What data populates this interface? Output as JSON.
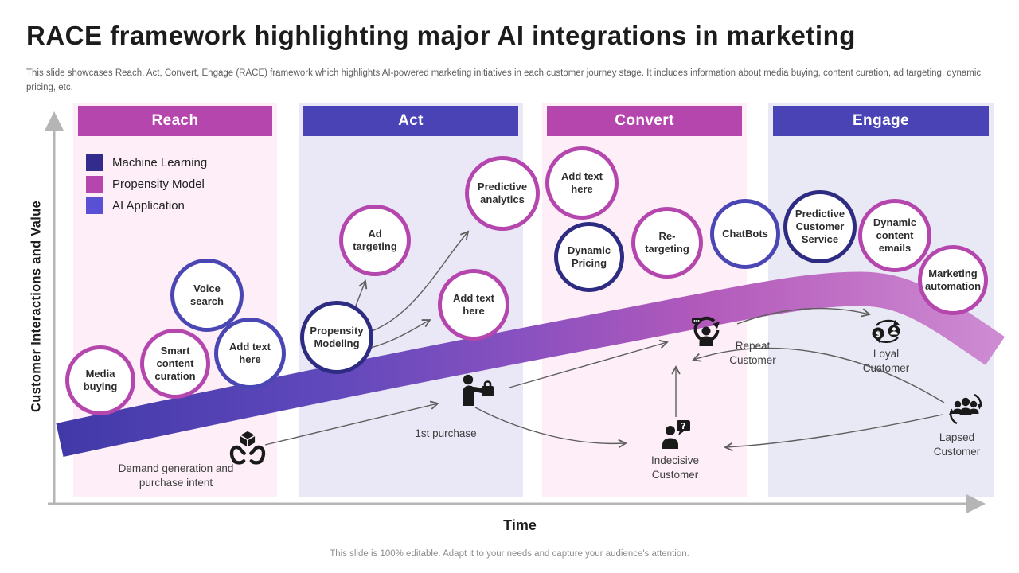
{
  "slide": {
    "title": "RACE framework highlighting major AI integrations in marketing",
    "subtitle": "This slide showcases Reach, Act,  Convert,  Engage (RACE) framework which highlights AI-powered marketing initiatives in each customer journey stage. It includes information about media buying, content curation, ad targeting, dynamic pricing, etc.",
    "footer": "This slide is 100% editable. Adapt it to your needs and capture your audience's attention."
  },
  "axes": {
    "y_label": "Customer Interactions and Value",
    "x_label": "Time"
  },
  "legend": {
    "items": [
      {
        "label": "Machine Learning",
        "color": "#332c8c"
      },
      {
        "label": "Propensity Model",
        "color": "#b446ad"
      },
      {
        "label": "AI Application",
        "color": "#5a50d5"
      }
    ]
  },
  "columns": [
    {
      "label": "Reach",
      "header_color": "#b446ad",
      "bg": "#fdeef7"
    },
    {
      "label": "Act",
      "header_color": "#4a43b5",
      "bg": "#eae8f6"
    },
    {
      "label": "Convert",
      "header_color": "#b446ad",
      "bg": "#fdeef7"
    },
    {
      "label": "Engage",
      "header_color": "#4a43b5",
      "bg": "#e9e8f5"
    }
  ],
  "bubbles": [
    {
      "label": "Media buying",
      "category": "Propensity Model",
      "stage": "Reach"
    },
    {
      "label": "Smart content curation",
      "category": "Propensity Model",
      "stage": "Reach"
    },
    {
      "label": "Voice search",
      "category": "AI Application",
      "stage": "Reach"
    },
    {
      "label": "Add text here",
      "category": "AI Application",
      "stage": "Reach"
    },
    {
      "label": "Propensity Modeling",
      "category": "Machine Learning",
      "stage": "Act"
    },
    {
      "label": "Ad targeting",
      "category": "Propensity Model",
      "stage": "Act"
    },
    {
      "label": "Add text here",
      "category": "Propensity Model",
      "stage": "Act"
    },
    {
      "label": "Predictive analytics",
      "category": "Propensity Model",
      "stage": "Act"
    },
    {
      "label": "Add text here",
      "category": "Propensity Model",
      "stage": "Convert"
    },
    {
      "label": "Dynamic Pricing",
      "category": "Machine Learning",
      "stage": "Convert"
    },
    {
      "label": "Re-targeting",
      "category": "Propensity Model",
      "stage": "Convert"
    },
    {
      "label": "ChatBots",
      "category": "AI Application",
      "stage": "Convert"
    },
    {
      "label": "Predictive Customer Service",
      "category": "Machine Learning",
      "stage": "Engage"
    },
    {
      "label": "Dynamic content emails",
      "category": "Propensity Model",
      "stage": "Engage"
    },
    {
      "label": "Marketing automation",
      "category": "Propensity Model",
      "stage": "Engage"
    }
  ],
  "journey": [
    {
      "label": "Demand generation and purchase intent",
      "icon": "demand-generation-icon"
    },
    {
      "label": "1st purchase",
      "icon": "first-purchase-icon"
    },
    {
      "label": "Repeat Customer",
      "icon": "repeat-customer-icon"
    },
    {
      "label": "Indecisive Customer",
      "icon": "indecisive-customer-icon"
    },
    {
      "label": "Loyal Customer",
      "icon": "loyal-customer-icon"
    },
    {
      "label": "Lapsed Customer",
      "icon": "lapsed-customer-icon"
    }
  ],
  "colors": {
    "machine_learning": "#2e2b82",
    "propensity_model": "#b446ad",
    "ai_application": "#4a47b5",
    "ribbon_start": "#4239a8",
    "ribbon_end": "#cd8bd2",
    "axis": "#b5b5b5",
    "connector": "#5f5f5f"
  }
}
